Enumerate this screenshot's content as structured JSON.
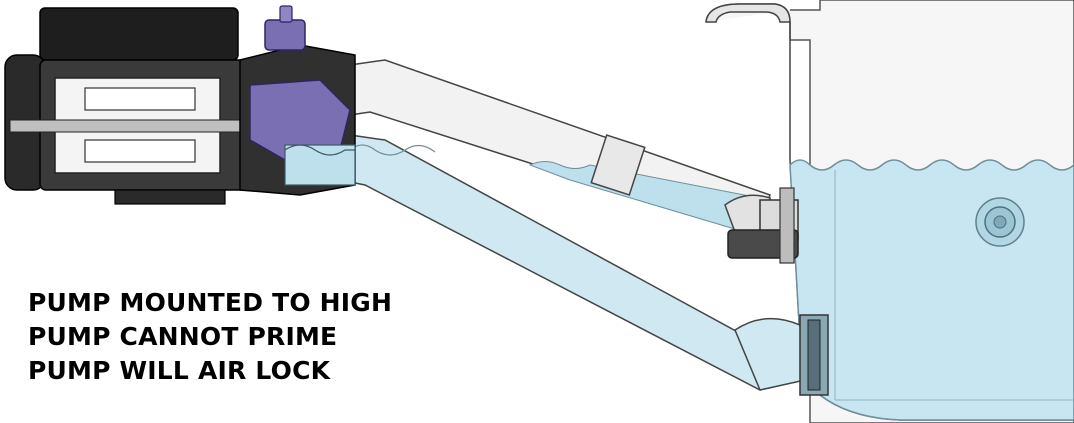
{
  "caption": {
    "lines": [
      "PUMP MOUNTED TO HIGH",
      "PUMP CANNOT PRIME",
      "PUMP WILL AIR LOCK"
    ]
  },
  "colors": {
    "water": "#c7e6f1",
    "water_line": "#6f8f9c",
    "pump_body": "#1e1e1e",
    "pump_housing": "#3a3a3a",
    "pump_cover": "#7a6fb3",
    "pipe": "#f1f1f1",
    "pipe_water": "#bde0ec",
    "tub_shell": "#f4f4f4",
    "outline": "#333333"
  },
  "icons": {
    "pump": "pump-motor-icon",
    "suction_fitting": "suction-fitting-icon",
    "return_jet": "return-jet-icon",
    "tub_jet": "tub-jet-icon"
  }
}
